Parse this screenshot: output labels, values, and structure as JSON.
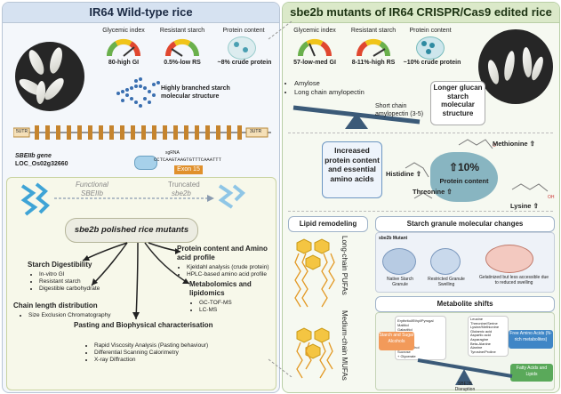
{
  "left": {
    "title": "IR64 Wild-type rice",
    "gauges": [
      {
        "label": "Glycemic index",
        "value": "80-high GI"
      },
      {
        "label": "Resistant starch",
        "value": "0.5%-low RS"
      },
      {
        "label": "Protein content",
        "value": "~8% crude protein"
      }
    ],
    "starch_label": "Highly branched starch molecular structure",
    "gene": {
      "utr5": "5UTR",
      "utr3": "3UTR",
      "name": "SBEIIb gene",
      "locus": "LOC_Os02g32660",
      "sgrna_label": "sgRNA",
      "sgrna_seq": "CCTCAAGTAAGTGTTTCAAATTT",
      "exon": "Exon 15"
    },
    "functional": "Functional",
    "functional_gene": "SBEIIb",
    "truncated": "Truncated",
    "truncated_gene": "sbe2b",
    "center_label": "sbe2b polished rice mutants",
    "sections": {
      "starch_dig": {
        "title": "Starch Digestibility",
        "items": [
          "In-vitro GI",
          "Resistant starch",
          "Digestible carbohydrate"
        ]
      },
      "chain": {
        "title": "Chain length distribution",
        "items": [
          "Size Exclusion Chromatography"
        ]
      },
      "protein": {
        "title": "Protein content and Amino acid profile",
        "items": [
          "Kjeldahl analysis (crude protein)",
          "HPLC-based amino acid profile"
        ]
      },
      "metab": {
        "title": "Metabolomics and lipidomics",
        "items": [
          "GC-TOF-MS",
          "LC-MS"
        ]
      },
      "pasting": {
        "title": "Pasting and Biophysical characterisation",
        "items": [
          "Rapid Viscosity Analysis (Pasting behaviour)",
          "Differential Scanning Calorimetry",
          "X-ray Diffraction"
        ]
      }
    }
  },
  "right": {
    "title": "sbe2b mutants of IR64 CRISPR/Cas9 edited rice",
    "gauges": [
      {
        "label": "Glycemic index",
        "value": "57-low-med GI"
      },
      {
        "label": "Resistant starch",
        "value": "8-11%-high RS"
      },
      {
        "label": "Protein content",
        "value": "~10% crude protein"
      }
    ],
    "amylose_items": [
      "Amylose",
      "Long chain amylopectin"
    ],
    "short_chain": "Short chain amylopectin (3-5)",
    "longer_glucan": "Longer glucan starch molecular structure",
    "protein_box": "Increased protein content and essential amino acids",
    "amino": {
      "met": "Methionine ⇧",
      "his": "Histidine ⇧",
      "thr": "Threonine ⇧",
      "lys": "Lysine ⇧",
      "pct": "⇧10%",
      "pc": "Protein content"
    },
    "lipid_title": "Lipid remodeling",
    "long_chain": "Long-chain PUFAs",
    "medium_chain": "Medium-chain MUFAs",
    "granule_title": "Starch granule molecular changes",
    "granule": {
      "mutant": "sbe2b Mutant",
      "native": "Native Starch Granule",
      "restricted": "Restricted Granule Swelling",
      "gelatinized": "Gelatinized but less accessible due to reduced swelling"
    },
    "metab_title": "Metabolite shifts",
    "metab": {
      "sugar": "Starch and Sugar Alcohols",
      "free_aa": "Free Amino Acids (N-rich metabolites)",
      "fatty": "Fatty Acids and Lipids",
      "disruption": "SBE2B Disruption",
      "list1": [
        "Erythritol/Ethyl/Pyrogal",
        "Maltitol",
        "Galactitol",
        "Xylitol",
        "Sorbitol",
        "Erythritol",
        "Sugar alcohol",
        "Sucrose",
        "+ Glycerate"
      ],
      "list2": [
        "Leucine",
        "Threonine/Serine",
        "Lysine/Methionine",
        "Glutamic acid",
        "Aspartic acid",
        "Asparagine",
        "Beta-Alanine",
        "Alanine",
        "Tyrosine/Proline"
      ]
    }
  },
  "colors": {
    "left_header": "#d6e2f1",
    "right_header": "#dbe9c9",
    "protein_blob": "#6fa6b8",
    "exon": "#e0902c",
    "lipid": "#f4c542"
  }
}
